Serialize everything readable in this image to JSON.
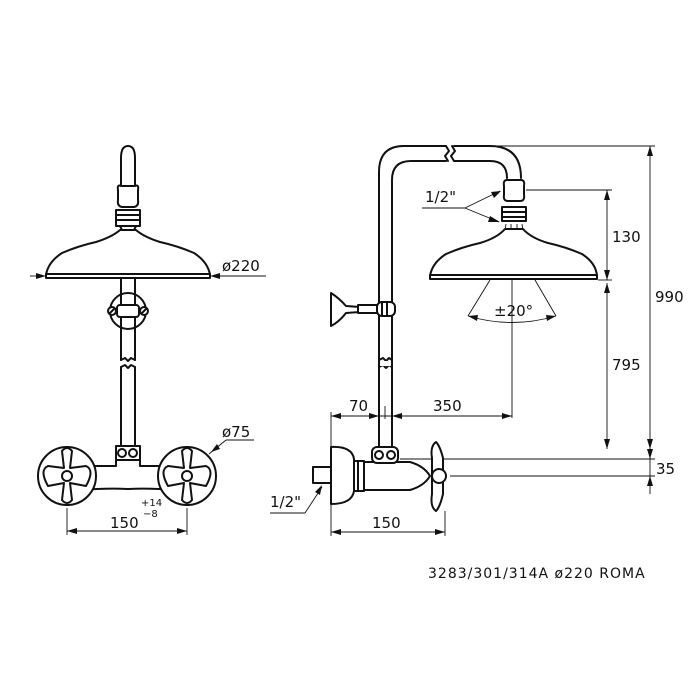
{
  "drawing": {
    "title": "3283/301/314A ø220 ROMA",
    "product_code": "3283/301/314A",
    "head_diameter": "ø220",
    "series": "ROMA",
    "line_color": "#111111",
    "background": "#ffffff"
  },
  "front_view": {
    "head_diameter_label": "ø220",
    "handle_diameter_label": "ø75",
    "centres_label": "150",
    "centres_tolerance_plus": "+14",
    "centres_tolerance_minus": "−8"
  },
  "side_view": {
    "outlet_thread_label": "1/2\"",
    "inlet_thread_label": "1/2\"",
    "head_height_label": "130",
    "rise_label": "795",
    "total_height_label": "990",
    "offset_label": "35",
    "wall_to_riser_label": "70",
    "projection_label": "350",
    "body_depth_label": "150",
    "tilt_angle_label": "±20°"
  }
}
